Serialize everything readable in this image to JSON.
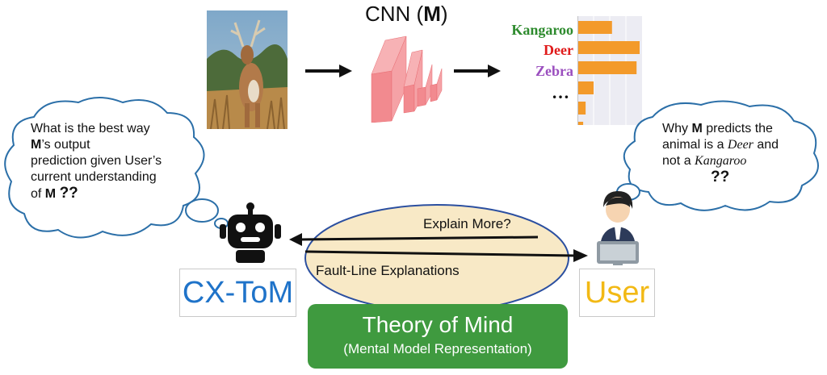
{
  "cnn": {
    "title_prefix": "CNN (",
    "title_model": "M",
    "title_suffix": ")"
  },
  "predictions": [
    {
      "label": "Kangaroo",
      "color": "#2e8b2e"
    },
    {
      "label": "Deer",
      "color": "#e01b1b"
    },
    {
      "label": "Zebra",
      "color": "#9b4fbf"
    },
    {
      "label": "…",
      "color": "#111111"
    }
  ],
  "prediction_scores": [
    0.55,
    1.0,
    0.95,
    0.25,
    0.12,
    0.08
  ],
  "bubble_left": {
    "line1": "What is the best way",
    "line2_model": "M",
    "line2_rest": "’s output",
    "line3": "prediction given User’s",
    "line4": "current understanding",
    "line5_prefix": "of ",
    "line5_model": "M",
    "line5_qq": "??"
  },
  "bubble_right": {
    "line1_prefix": "Why ",
    "line1_model": "M",
    "line1_rest": " predicts the",
    "line2_prefix": "animal is a ",
    "line2_deer": "Deer",
    "line2_rest": " and",
    "line3_prefix": "not a ",
    "line3_kangaroo": "Kangaroo",
    "line4_qq": "??"
  },
  "arrows": {
    "explain_more": "Explain More?",
    "fault_line": "Fault-Line Explanations"
  },
  "agents": {
    "left": "CX-ToM",
    "right": "User"
  },
  "tom": {
    "title": "Theory of Mind",
    "subtitle": "(Mental Model Representation)"
  },
  "colors": {
    "cxtom": "#1f73c9",
    "user": "#f2b915",
    "tom_bg": "#3f9a3f",
    "ellipse_fill": "#f8e9c6",
    "ellipse_stroke": "#2b4fa0",
    "bar": "#f39a2a",
    "cnn_layer": "#f28a8f"
  }
}
